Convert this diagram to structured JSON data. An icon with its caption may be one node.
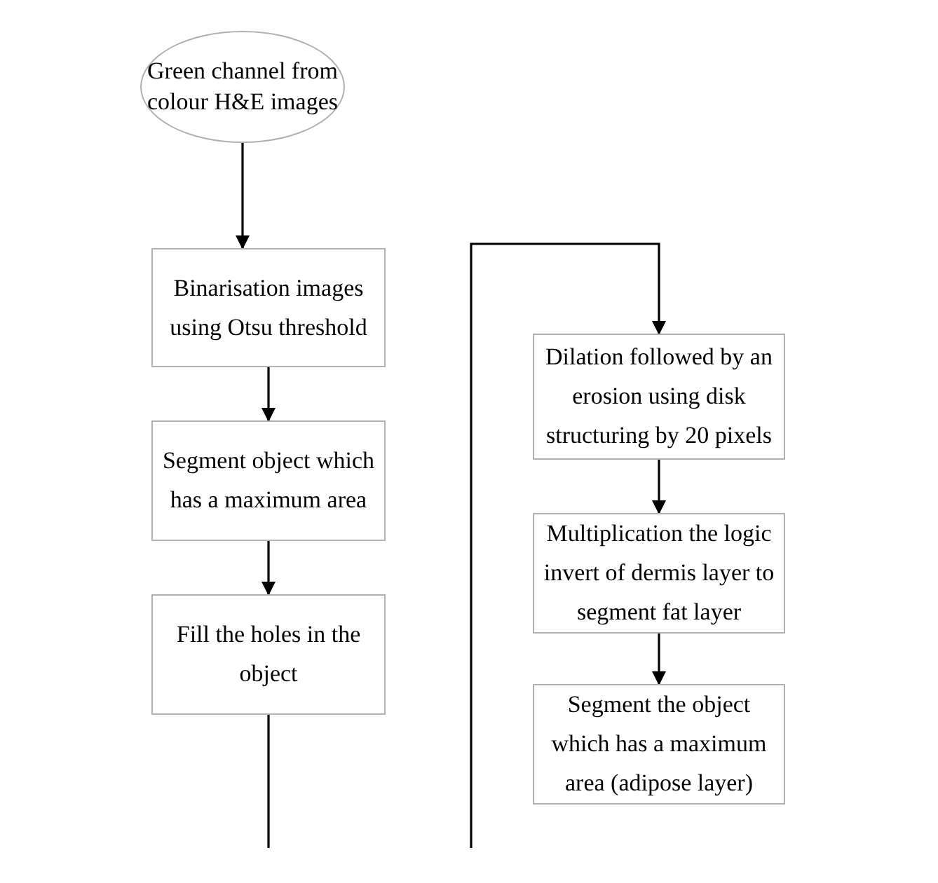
{
  "diagram": {
    "nodes": [
      {
        "text": [
          "Green channel from colour H&E images"
        ]
      },
      {
        "text": [
          "Binarisation images using Otsu threshold"
        ]
      },
      {
        "text": [
          "Segment object which has a maximum area"
        ]
      },
      {
        "text": [
          "Fill the holes in the object"
        ]
      },
      {
        "text": [
          "Dilation followed by an erosion using disk structuring by 20 pixels"
        ]
      },
      {
        "text": [
          "Multiplication the logic invert of dermis layer to segment fat layer"
        ]
      },
      {
        "text": [
          "Segment the object which has a maximum area (adipose layer)"
        ]
      }
    ],
    "edges": [
      {
        "from": 0,
        "to": 1,
        "arrow": "to"
      },
      {
        "from": 1,
        "to": 2,
        "arrow": "to"
      },
      {
        "from": 2,
        "to": 3,
        "arrow": "to"
      },
      {
        "from": 3,
        "to": null,
        "arrow": "none"
      },
      {
        "from": null,
        "to": 4,
        "arrow": "to"
      },
      {
        "from": 4,
        "to": 5,
        "arrow": "to"
      },
      {
        "from": 5,
        "to": 6,
        "arrow": "to"
      }
    ]
  }
}
